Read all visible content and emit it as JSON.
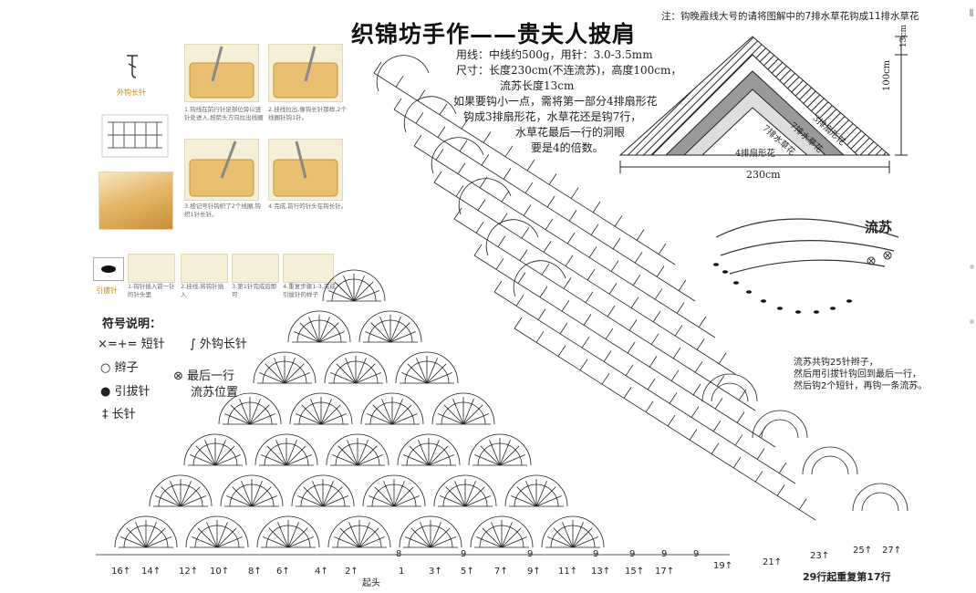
{
  "title": "织锦坊手作——贵夫人披肩",
  "note": "注：钩晚霞线大号的请将图解中的7排水草花钩成11排水草花",
  "specs": {
    "yarn": "用线：中线约500g，用针：3.0-3.5mm",
    "size": "尺寸：长度230cm(不连流苏)，高度100cm，",
    "fringe_length": "流苏长度13cm",
    "tip_1": "如果要钩小一点，需将第一部分4排扇形花",
    "tip_2": "钩成3排扇形花，水草花还是钩7行，",
    "tip_3": "水草花最后一行的洞眼",
    "tip_4": "要是4的倍数。"
  },
  "tutorial": {
    "outer_long_label": "外钩长针",
    "slip_label": "引拔针",
    "captions": [
      "1.钩线在前行针足部位旁以竖针处进入,按箭头方向拉出线圈",
      "2.挂线拉出,像钩长针那样,2个线圈针钩1针。",
      "3.按记号针钩织了2个线圈,钩织1针长针。",
      "4.完成,前行的针头在钩长针。",
      "1.钩针插入前一针的针头里",
      "2.挂线,将钩针插入",
      "3.第1针完成后即可",
      "4.重复步骤1-3,完成,引拔针的样子"
    ]
  },
  "legend": {
    "title": "符号说明：",
    "items": [
      {
        "symbol": "×=+=",
        "text": "短针"
      },
      {
        "symbol": "○",
        "text": "辫子"
      },
      {
        "symbol": "●",
        "text": "引拔针"
      },
      {
        "symbol": "‡",
        "text": "长针"
      },
      {
        "symbol": "∫",
        "text": "外钩长针"
      },
      {
        "symbol": "⊗",
        "text": "最后一行"
      },
      {
        "symbol": "",
        "text": "流苏位置"
      }
    ]
  },
  "schematic": {
    "height_label": "100cm",
    "fringe_label": "13cm",
    "width_label": "230cm",
    "band_labels": [
      "3排扇形花",
      "7排水草花",
      "7排水草花",
      "4排扇形花"
    ]
  },
  "fringe": {
    "title": "流苏",
    "text_1": "流苏共钩25针辫子，",
    "text_2": "然后用引拔针钩回到最后一行，",
    "text_3": "然后钩2个短针，再钩一条流苏。"
  },
  "chart": {
    "start_label": "起头",
    "left_rows": [
      "16↑",
      "14↑",
      "12↑",
      "10↑",
      "8↑",
      "6↑",
      "4↑",
      "2↑"
    ],
    "right_rows": [
      "1",
      "3↑",
      "5↑",
      "7↑",
      "9↑",
      "11↑",
      "13↑",
      "15↑",
      "17↑",
      "19↑",
      "21↑",
      "23↑",
      "25↑",
      "27↑"
    ],
    "inline_numbers": [
      "8",
      "9",
      "9",
      "9",
      "9",
      "9",
      "9"
    ],
    "repeat_note": "29行起重复第17行"
  }
}
